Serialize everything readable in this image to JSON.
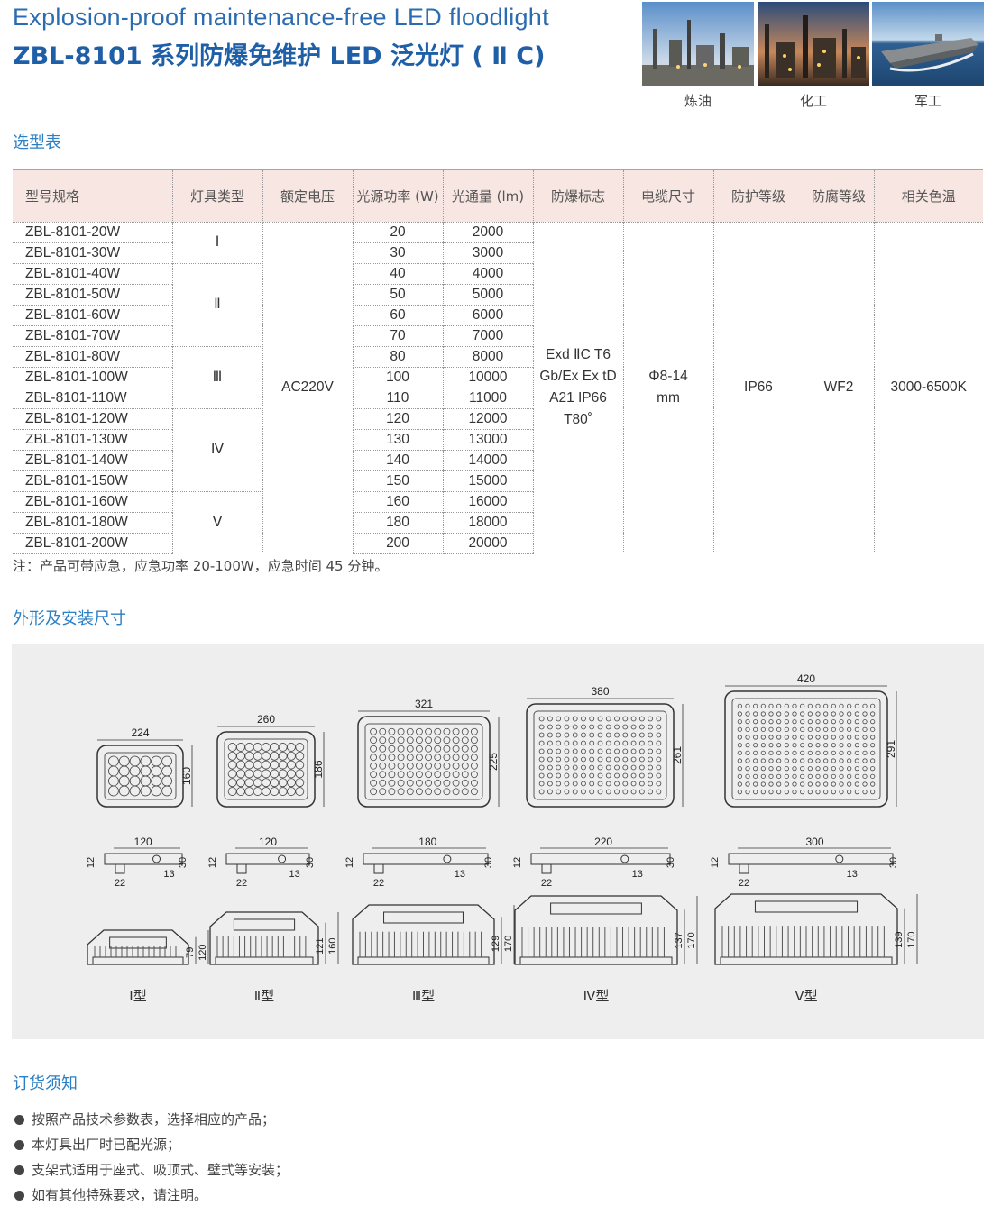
{
  "header": {
    "title_en": "Explosion-proof maintenance-free LED floodlight",
    "title_cn": "ZBL-8101 系列防爆免维护 LED 泛光灯 ( Ⅱ C)",
    "photos": [
      {
        "caption": "炼油"
      },
      {
        "caption": "化工"
      },
      {
        "caption": "军工"
      }
    ]
  },
  "selection": {
    "section_title": "选型表",
    "columns": [
      "型号规格",
      "灯具类型",
      "额定电压",
      "光源功率 (W)",
      "光通量 (lm)",
      "防爆标志",
      "电缆尺寸",
      "防护等级",
      "防腐等级",
      "相关色温"
    ],
    "rows": [
      {
        "model": "ZBL-8101-20W",
        "power": "20",
        "flux": "2000"
      },
      {
        "model": "ZBL-8101-30W",
        "power": "30",
        "flux": "3000"
      },
      {
        "model": "ZBL-8101-40W",
        "power": "40",
        "flux": "4000"
      },
      {
        "model": "ZBL-8101-50W",
        "power": "50",
        "flux": "5000"
      },
      {
        "model": "ZBL-8101-60W",
        "power": "60",
        "flux": "6000"
      },
      {
        "model": "ZBL-8101-70W",
        "power": "70",
        "flux": "7000"
      },
      {
        "model": "ZBL-8101-80W",
        "power": "80",
        "flux": "8000"
      },
      {
        "model": "ZBL-8101-100W",
        "power": "100",
        "flux": "10000"
      },
      {
        "model": "ZBL-8101-110W",
        "power": "110",
        "flux": "11000"
      },
      {
        "model": "ZBL-8101-120W",
        "power": "120",
        "flux": "12000"
      },
      {
        "model": "ZBL-8101-130W",
        "power": "130",
        "flux": "13000"
      },
      {
        "model": "ZBL-8101-140W",
        "power": "140",
        "flux": "14000"
      },
      {
        "model": "ZBL-8101-150W",
        "power": "150",
        "flux": "15000"
      },
      {
        "model": "ZBL-8101-160W",
        "power": "160",
        "flux": "16000"
      },
      {
        "model": "ZBL-8101-180W",
        "power": "180",
        "flux": "18000"
      },
      {
        "model": "ZBL-8101-200W",
        "power": "200",
        "flux": "20000"
      }
    ],
    "types": [
      "Ⅰ",
      "Ⅱ",
      "Ⅲ",
      "Ⅳ",
      "Ⅴ"
    ],
    "voltage": "AC220V",
    "ex_mark_lines": [
      "Exd ⅡC T6",
      "Gb/Ex Ex tD",
      "A21 IP66",
      "T80˚"
    ],
    "cable_lines": [
      "Φ8-14",
      "mm"
    ],
    "ip": "IP66",
    "anticorrosion": "WF2",
    "cct": "3000-6500K",
    "note": "注：产品可带应急，应急功率 20-100W，应急时间 45 分钟。"
  },
  "dimensions": {
    "section_title": "外形及安装尺寸",
    "units": [
      {
        "type_label": "Ⅰ型",
        "width": "224",
        "height": "160",
        "mount_span": "120",
        "mount_h": "12",
        "mount_w": "22",
        "mount_slot": "13",
        "mount_end": "30",
        "side_h1": "79",
        "side_h2": "120"
      },
      {
        "type_label": "Ⅱ型",
        "width": "260",
        "height": "186",
        "mount_span": "120",
        "mount_h": "12",
        "mount_w": "22",
        "mount_slot": "13",
        "mount_end": "30",
        "side_h1": "121",
        "side_h2": "160"
      },
      {
        "type_label": "Ⅲ型",
        "width": "321",
        "height": "225",
        "mount_span": "180",
        "mount_h": "12",
        "mount_w": "22",
        "mount_slot": "13",
        "mount_end": "30",
        "side_h1": "129",
        "side_h2": "170"
      },
      {
        "type_label": "Ⅳ型",
        "width": "380",
        "height": "261",
        "mount_span": "220",
        "mount_h": "12",
        "mount_w": "22",
        "mount_slot": "13",
        "mount_end": "30",
        "side_h1": "137",
        "side_h2": "170"
      },
      {
        "type_label": "Ⅴ型",
        "width": "420",
        "height": "291",
        "mount_span": "300",
        "mount_h": "12",
        "mount_w": "22",
        "mount_slot": "13",
        "mount_end": "30",
        "side_h1": "139",
        "side_h2": "170"
      }
    ]
  },
  "ordering": {
    "section_title": "订货须知",
    "items": [
      "按照产品技术参数表，选择相应的产品；",
      "本灯具出厂时已配光源；",
      "支架式适用于座式、吸顶式、壁式等安装；",
      "如有其他特殊要求，请注明。"
    ]
  },
  "colors": {
    "accent_blue": "#2b7fc4",
    "table_header_bg": "#f7e6e1",
    "panel_bg": "#eeeeee"
  }
}
